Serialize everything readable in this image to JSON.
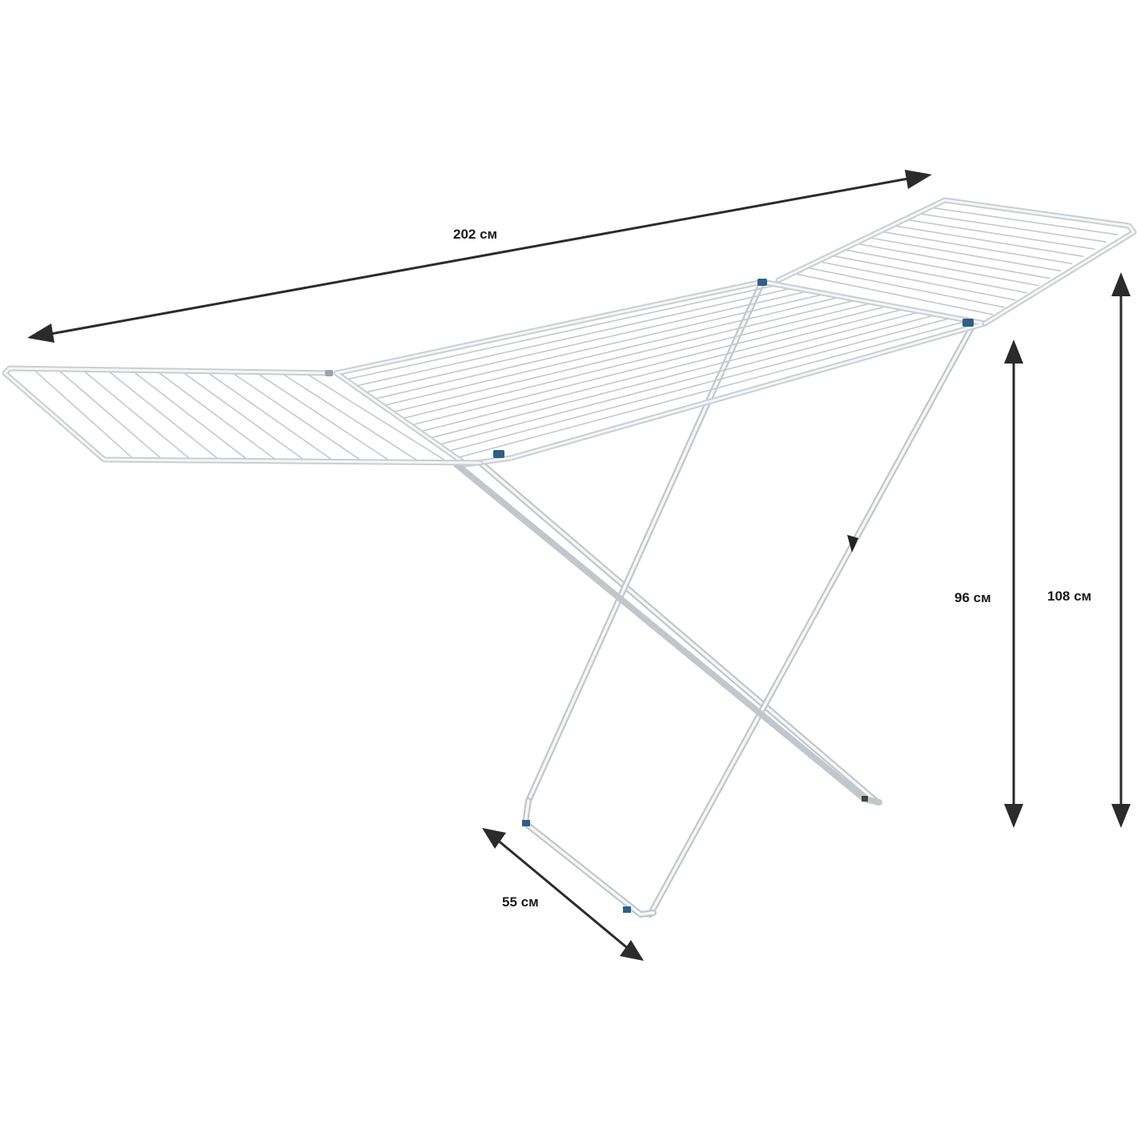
{
  "dimensions": {
    "length": "202 см",
    "height_frame": "96 см",
    "height_total": "108 см",
    "depth": "55 см"
  },
  "colors": {
    "frame": "#c9ced3",
    "joints": "#2f5f86",
    "dimension_lines": "#2b2b2b"
  }
}
